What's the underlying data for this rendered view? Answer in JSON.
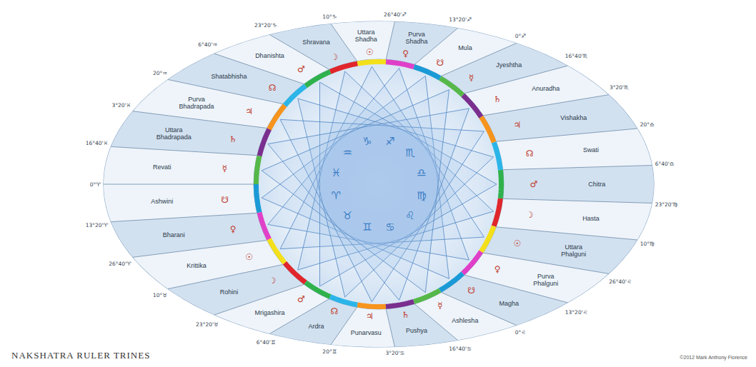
{
  "diagram": {
    "title": "NAKSHATRA RULER TRINES",
    "nodes": [
      {
        "text": [
          "Ashwini"
        ]
      },
      {
        "text": [
          "Bharani"
        ]
      },
      {
        "text": [
          "Krittika"
        ]
      },
      {
        "text": [
          "Rohini"
        ]
      },
      {
        "text": [
          "Mrigashira"
        ]
      },
      {
        "text": [
          "Ardra"
        ]
      },
      {
        "text": [
          "Punarvasu"
        ]
      },
      {
        "text": [
          "Pushya"
        ]
      },
      {
        "text": [
          "Ashlesha"
        ]
      },
      {
        "text": [
          "Magha"
        ]
      },
      {
        "text": [
          "Purva Phalguni"
        ]
      },
      {
        "text": [
          "Uttara Phalguni"
        ]
      },
      {
        "text": [
          "Hasta"
        ]
      },
      {
        "text": [
          "Chitra"
        ]
      },
      {
        "text": [
          "Swati"
        ]
      },
      {
        "text": [
          "Vishakha"
        ]
      },
      {
        "text": [
          "Anuradha"
        ]
      },
      {
        "text": [
          "Jyeshtha"
        ]
      },
      {
        "text": [
          "Mula"
        ]
      },
      {
        "text": [
          "Purva Shadha"
        ]
      },
      {
        "text": [
          "Uttara Shadha"
        ]
      },
      {
        "text": [
          "Shravana"
        ]
      },
      {
        "text": [
          "Dhanishta"
        ]
      },
      {
        "text": [
          "Shatabhisha"
        ]
      },
      {
        "text": [
          "Purva Bhadrapada"
        ]
      },
      {
        "text": [
          "Uttara Bhadrapada"
        ]
      },
      {
        "text": [
          "Revati"
        ]
      }
    ],
    "labels": [
      "0°♈",
      "13°20'♈",
      "26°40'♈",
      "10°♉",
      "23°20'♉",
      "6°40'♊",
      "20°♊",
      "3°20'♋",
      "16°40'♋",
      "0°♌",
      "13°20'♌",
      "26°40'♌",
      "10°♍",
      "23°20'♍",
      "6°40'♎",
      "20°♎",
      "3°20'♏",
      "16°40'♏",
      "0°♐",
      "13°20'♐",
      "26°40'♐",
      "10°♑",
      "23°20'♑",
      "6°40'♒",
      "20°♒",
      "3°20'♓",
      "16°40'♓",
      "☋",
      "♀",
      "☉",
      "☽",
      "♂",
      "☊",
      "♃",
      "♄",
      "☿",
      "☋",
      "♀",
      "☉",
      "☽",
      "♂",
      "☊",
      "♃",
      "♄",
      "☿",
      "☋",
      "♀",
      "☉",
      "☽",
      "♂",
      "☊",
      "♃",
      "♄",
      "☿",
      "♈",
      "♉",
      "♊",
      "♋",
      "♌",
      "♍",
      "♎",
      "♏",
      "♐",
      "♑",
      "♒",
      "♓",
      "©2012 Mark Anthony Florence"
    ]
  }
}
